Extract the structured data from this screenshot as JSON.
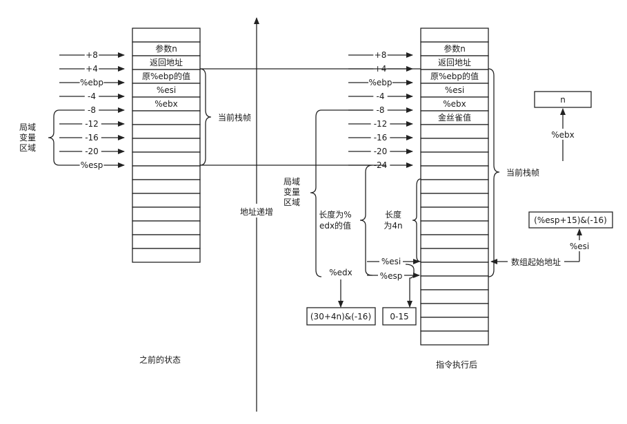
{
  "colors": {
    "line": "#222222",
    "background": "#ffffff"
  },
  "axis": {
    "label": "地址递增"
  },
  "before": {
    "caption": "之前的状态",
    "cells": [
      "",
      "参数n",
      "返回地址",
      "原%ebp的值",
      "%esi",
      "%ebx",
      "",
      "",
      "",
      "",
      "",
      "",
      "",
      "",
      "",
      "",
      ""
    ],
    "arrows": [
      "+8",
      "+4",
      "%ebp",
      "-4",
      "-8",
      "-12",
      "-16",
      "-20",
      "%esp"
    ],
    "frame_label": "当前栈帧",
    "locals_label": [
      "局域",
      "变量",
      "区域"
    ]
  },
  "after": {
    "caption": "指令执行后",
    "cells": [
      "",
      "参数n",
      "返回地址",
      "原%ebp的值",
      "%esi",
      "%ebx",
      "金丝雀值",
      "",
      "",
      "",
      "",
      "",
      "",
      "",
      "",
      "",
      "",
      "",
      "",
      "",
      "",
      "",
      ""
    ],
    "arrows": [
      "+8",
      "+4",
      "%ebp",
      "-4",
      "-8",
      "-12",
      "-16",
      "-20",
      "-24"
    ],
    "frame_label": "当前栈帧",
    "locals_label": [
      "局域",
      "变量",
      "区域"
    ],
    "edx_label": [
      "长度为%",
      "edx的值"
    ],
    "len4n_label": [
      "长度",
      "为4n"
    ],
    "esi_pointer": "%esi",
    "esp_pointer": "%esp",
    "edx_pointer": "%edx",
    "box_edx": "(30+4n)&(-16)",
    "box_range": "0-15",
    "array_start_label": "数组起始地址"
  },
  "side": {
    "n_box": "n",
    "ebx_label": "%ebx",
    "esi_box": "(%esp+15)&(-16)",
    "esi_label": "%esi"
  }
}
